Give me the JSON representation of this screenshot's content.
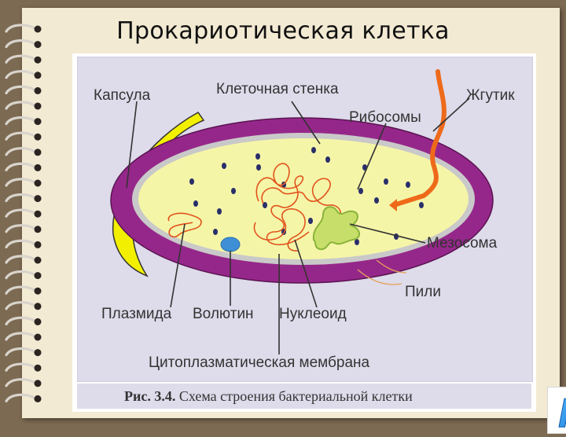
{
  "title": "Прокариотическая клетка",
  "labels": {
    "capsule": "Капсула",
    "cell_wall": "Клеточная стенка",
    "ribosomes": "Рибосомы",
    "flagellum": "Жгутик",
    "mesosome": "Мезосома",
    "pili": "Пили",
    "plasmid": "Плазмида",
    "volutin": "Волютин",
    "nucleoid": "Нуклеоид",
    "cytoplasmic_membrane": "Цитоплазматическая мембрана"
  },
  "caption": {
    "number": "Рис. 3.4.",
    "text": "Схема строения бактериальной клетки"
  },
  "logo_letter": "F",
  "colors": {
    "background": "#7d6a52",
    "paper": "#f3ead3",
    "figure_bg": "#dedbea",
    "capsule": "#f2f000",
    "cell_wall": "#96278a",
    "cytoplasm": "#f5f5a8",
    "membrane": "#c7c7c7",
    "nucleoid": "#e0541c",
    "mesosome": "#9ec93f",
    "volutin": "#3f8fd6",
    "ribosome": "#2a2f6a",
    "flagellum": "#ee6a1a",
    "pili": "#e4a25a",
    "logo": "#1f8fe6"
  }
}
